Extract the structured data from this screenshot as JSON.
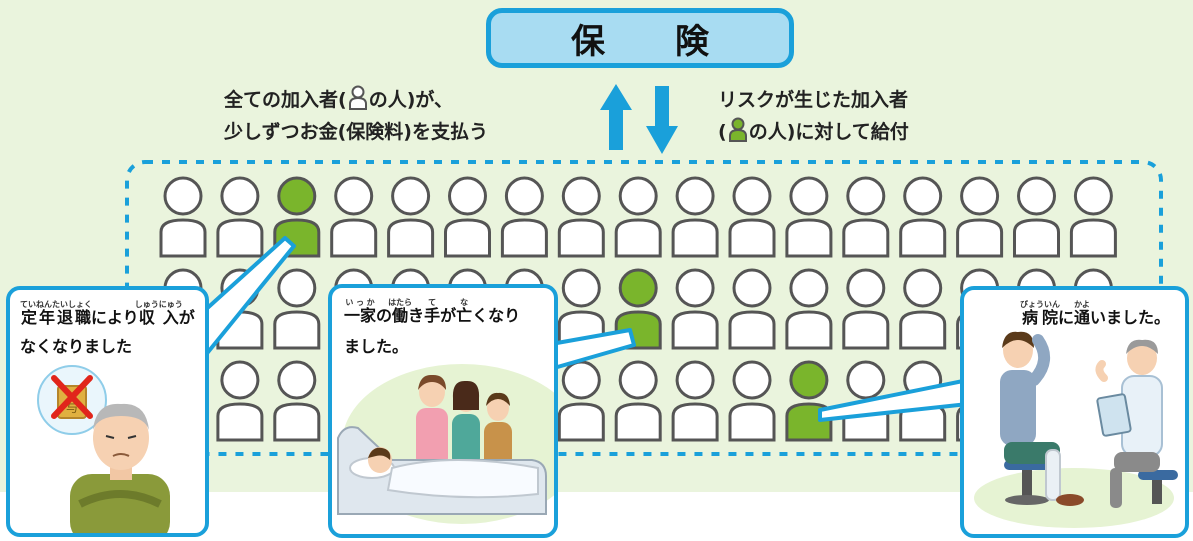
{
  "title": "保　険",
  "left_caption": {
    "line1_before": "全ての加入者(",
    "line1_after": "の人)が、",
    "line2": "少しずつお金(保険料)を支払う"
  },
  "right_caption": {
    "line1": "リスクが生じた加入者",
    "line2_before": "(",
    "line2_after": "の人)に対して給付"
  },
  "panel_retire": {
    "text1": {
      "base1": "定年退職",
      "ruby1": "ていねんたいしょく",
      "mid": "により",
      "base2": "収入",
      "ruby2": "しゅうにゅう",
      "end": "が"
    },
    "text2": "なくなりました",
    "note_char": "与"
  },
  "panel_family": {
    "text1": {
      "b1": "一家",
      "r1": "いっか",
      "m1": "の",
      "b2": "働",
      "r2": "はたら",
      "m2": "き",
      "b3": "手",
      "r3": "て",
      "m3": "が",
      "b4": "亡",
      "r4": "な",
      "end": "くなり"
    },
    "text2": "ました。"
  },
  "panel_hospital": {
    "text1": {
      "b1": "病院",
      "r1": "びょういん",
      "m1": "に",
      "b2": "通",
      "r2": "かよ",
      "end": "いました。"
    }
  },
  "colors": {
    "accent_blue": "#1aa0da",
    "title_fill": "#a8dcf2",
    "background": "#eaf4dd",
    "risk_green": "#7ab52c",
    "person_outline": "#555555"
  },
  "icons": [
    "arrow-up-icon",
    "arrow-down-icon",
    "person-outline-icon",
    "person-green-icon"
  ]
}
